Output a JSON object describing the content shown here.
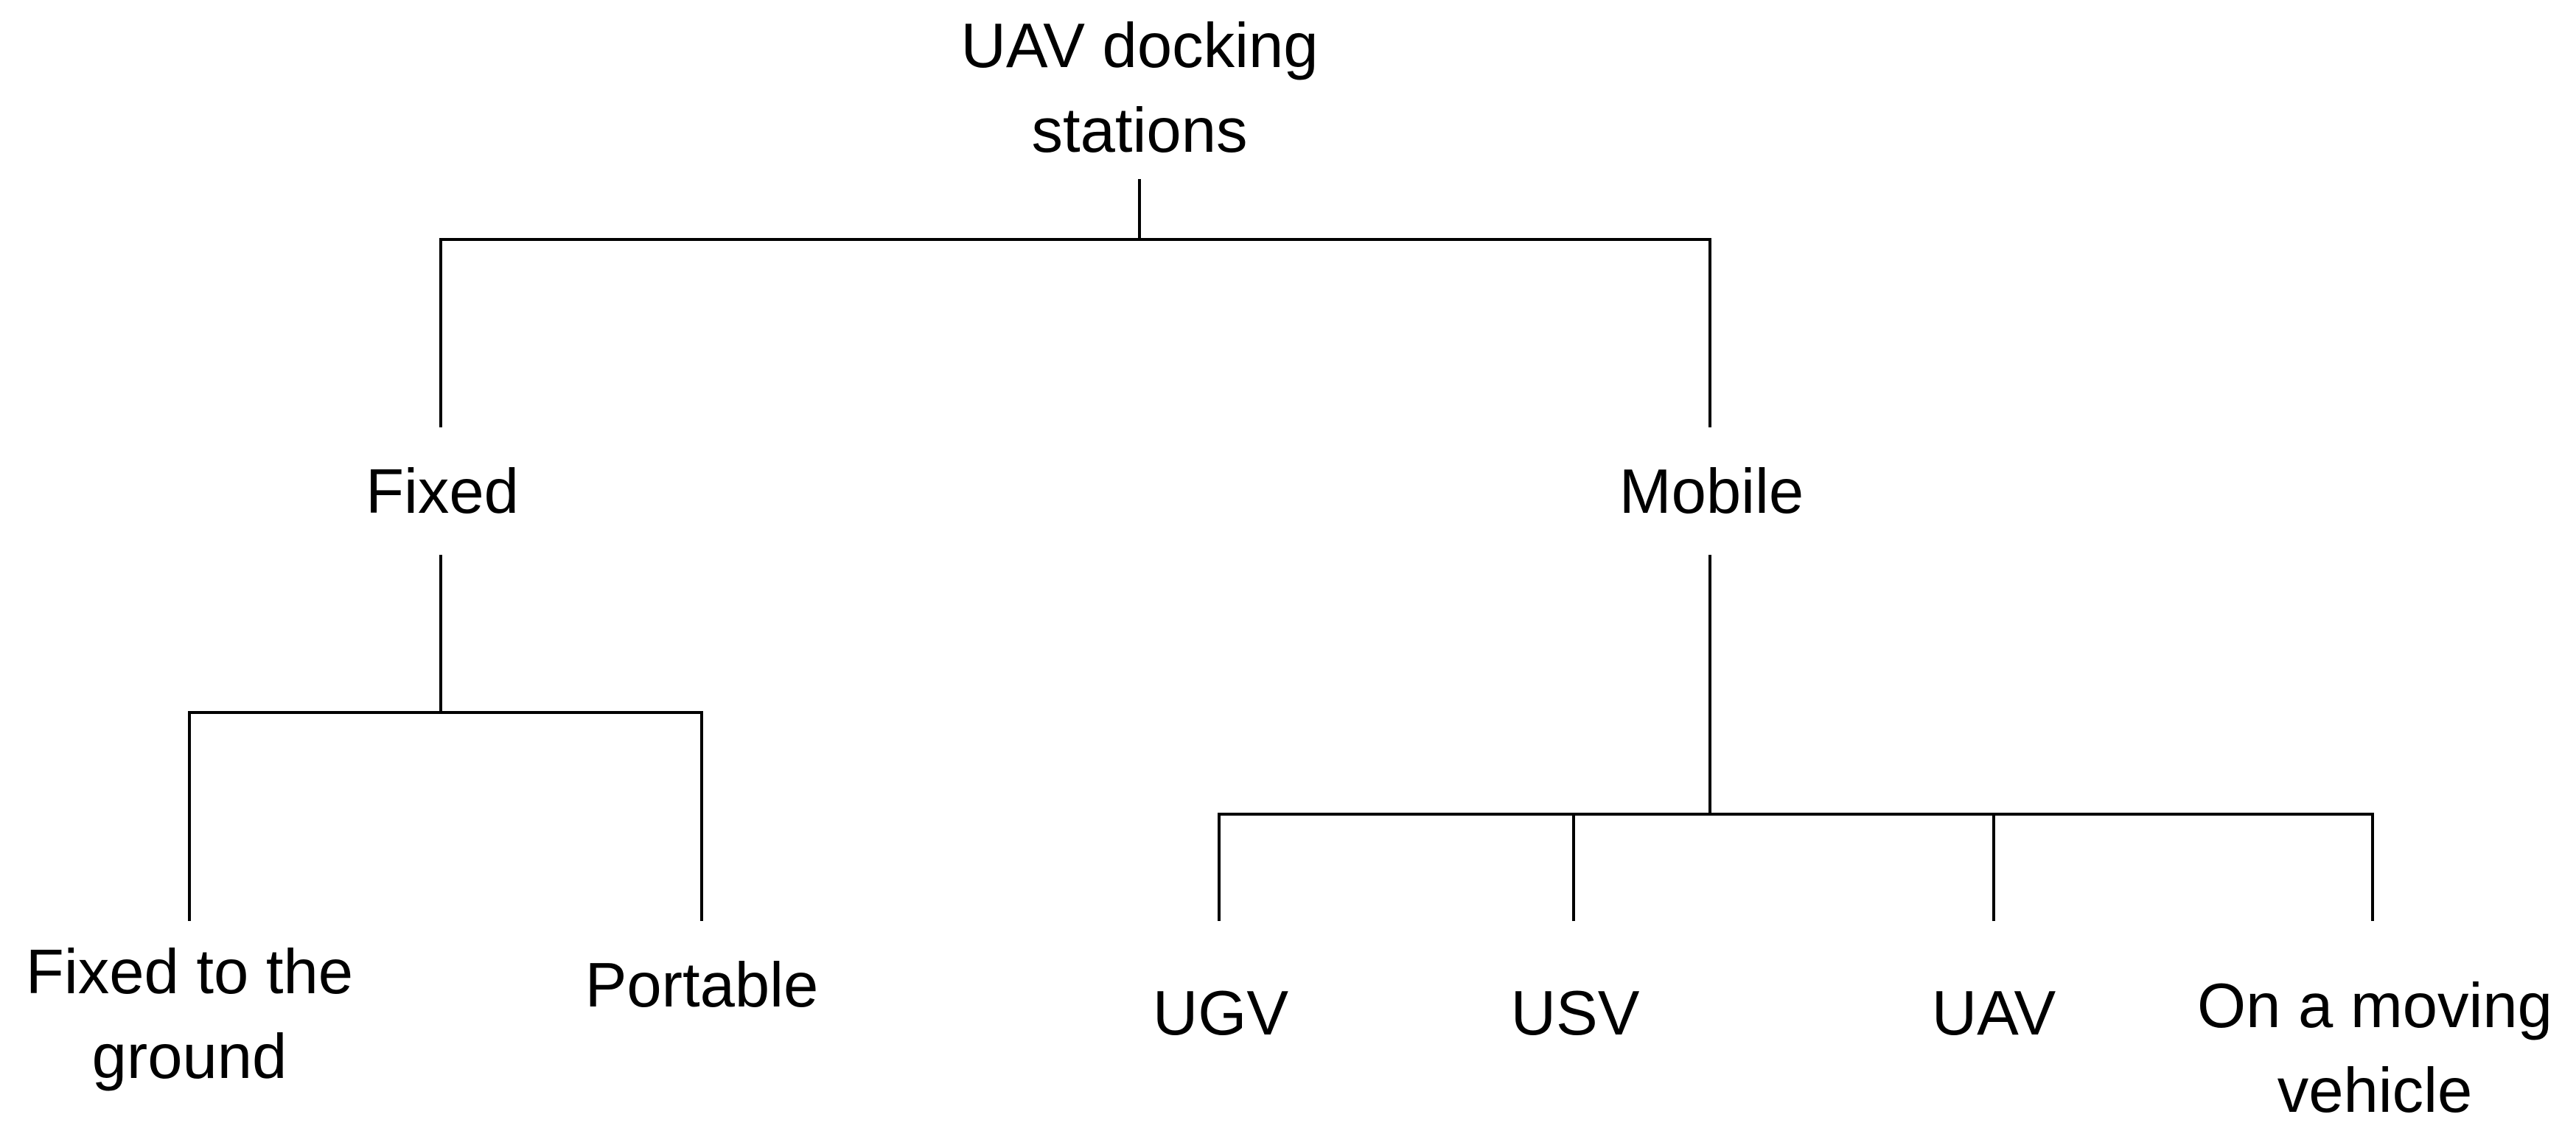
{
  "diagram": {
    "root": {
      "line1": "UAV docking",
      "line2": "stations"
    },
    "fixed": {
      "label": "Fixed",
      "children": {
        "ground_line1": "Fixed to the",
        "ground_line2": "ground",
        "portable": "Portable"
      }
    },
    "mobile": {
      "label": "Mobile",
      "children": {
        "ugv": "UGV",
        "usv": "USV",
        "uav": "UAV",
        "vehicle_line1": "On a moving",
        "vehicle_line2": "vehicle"
      }
    }
  }
}
